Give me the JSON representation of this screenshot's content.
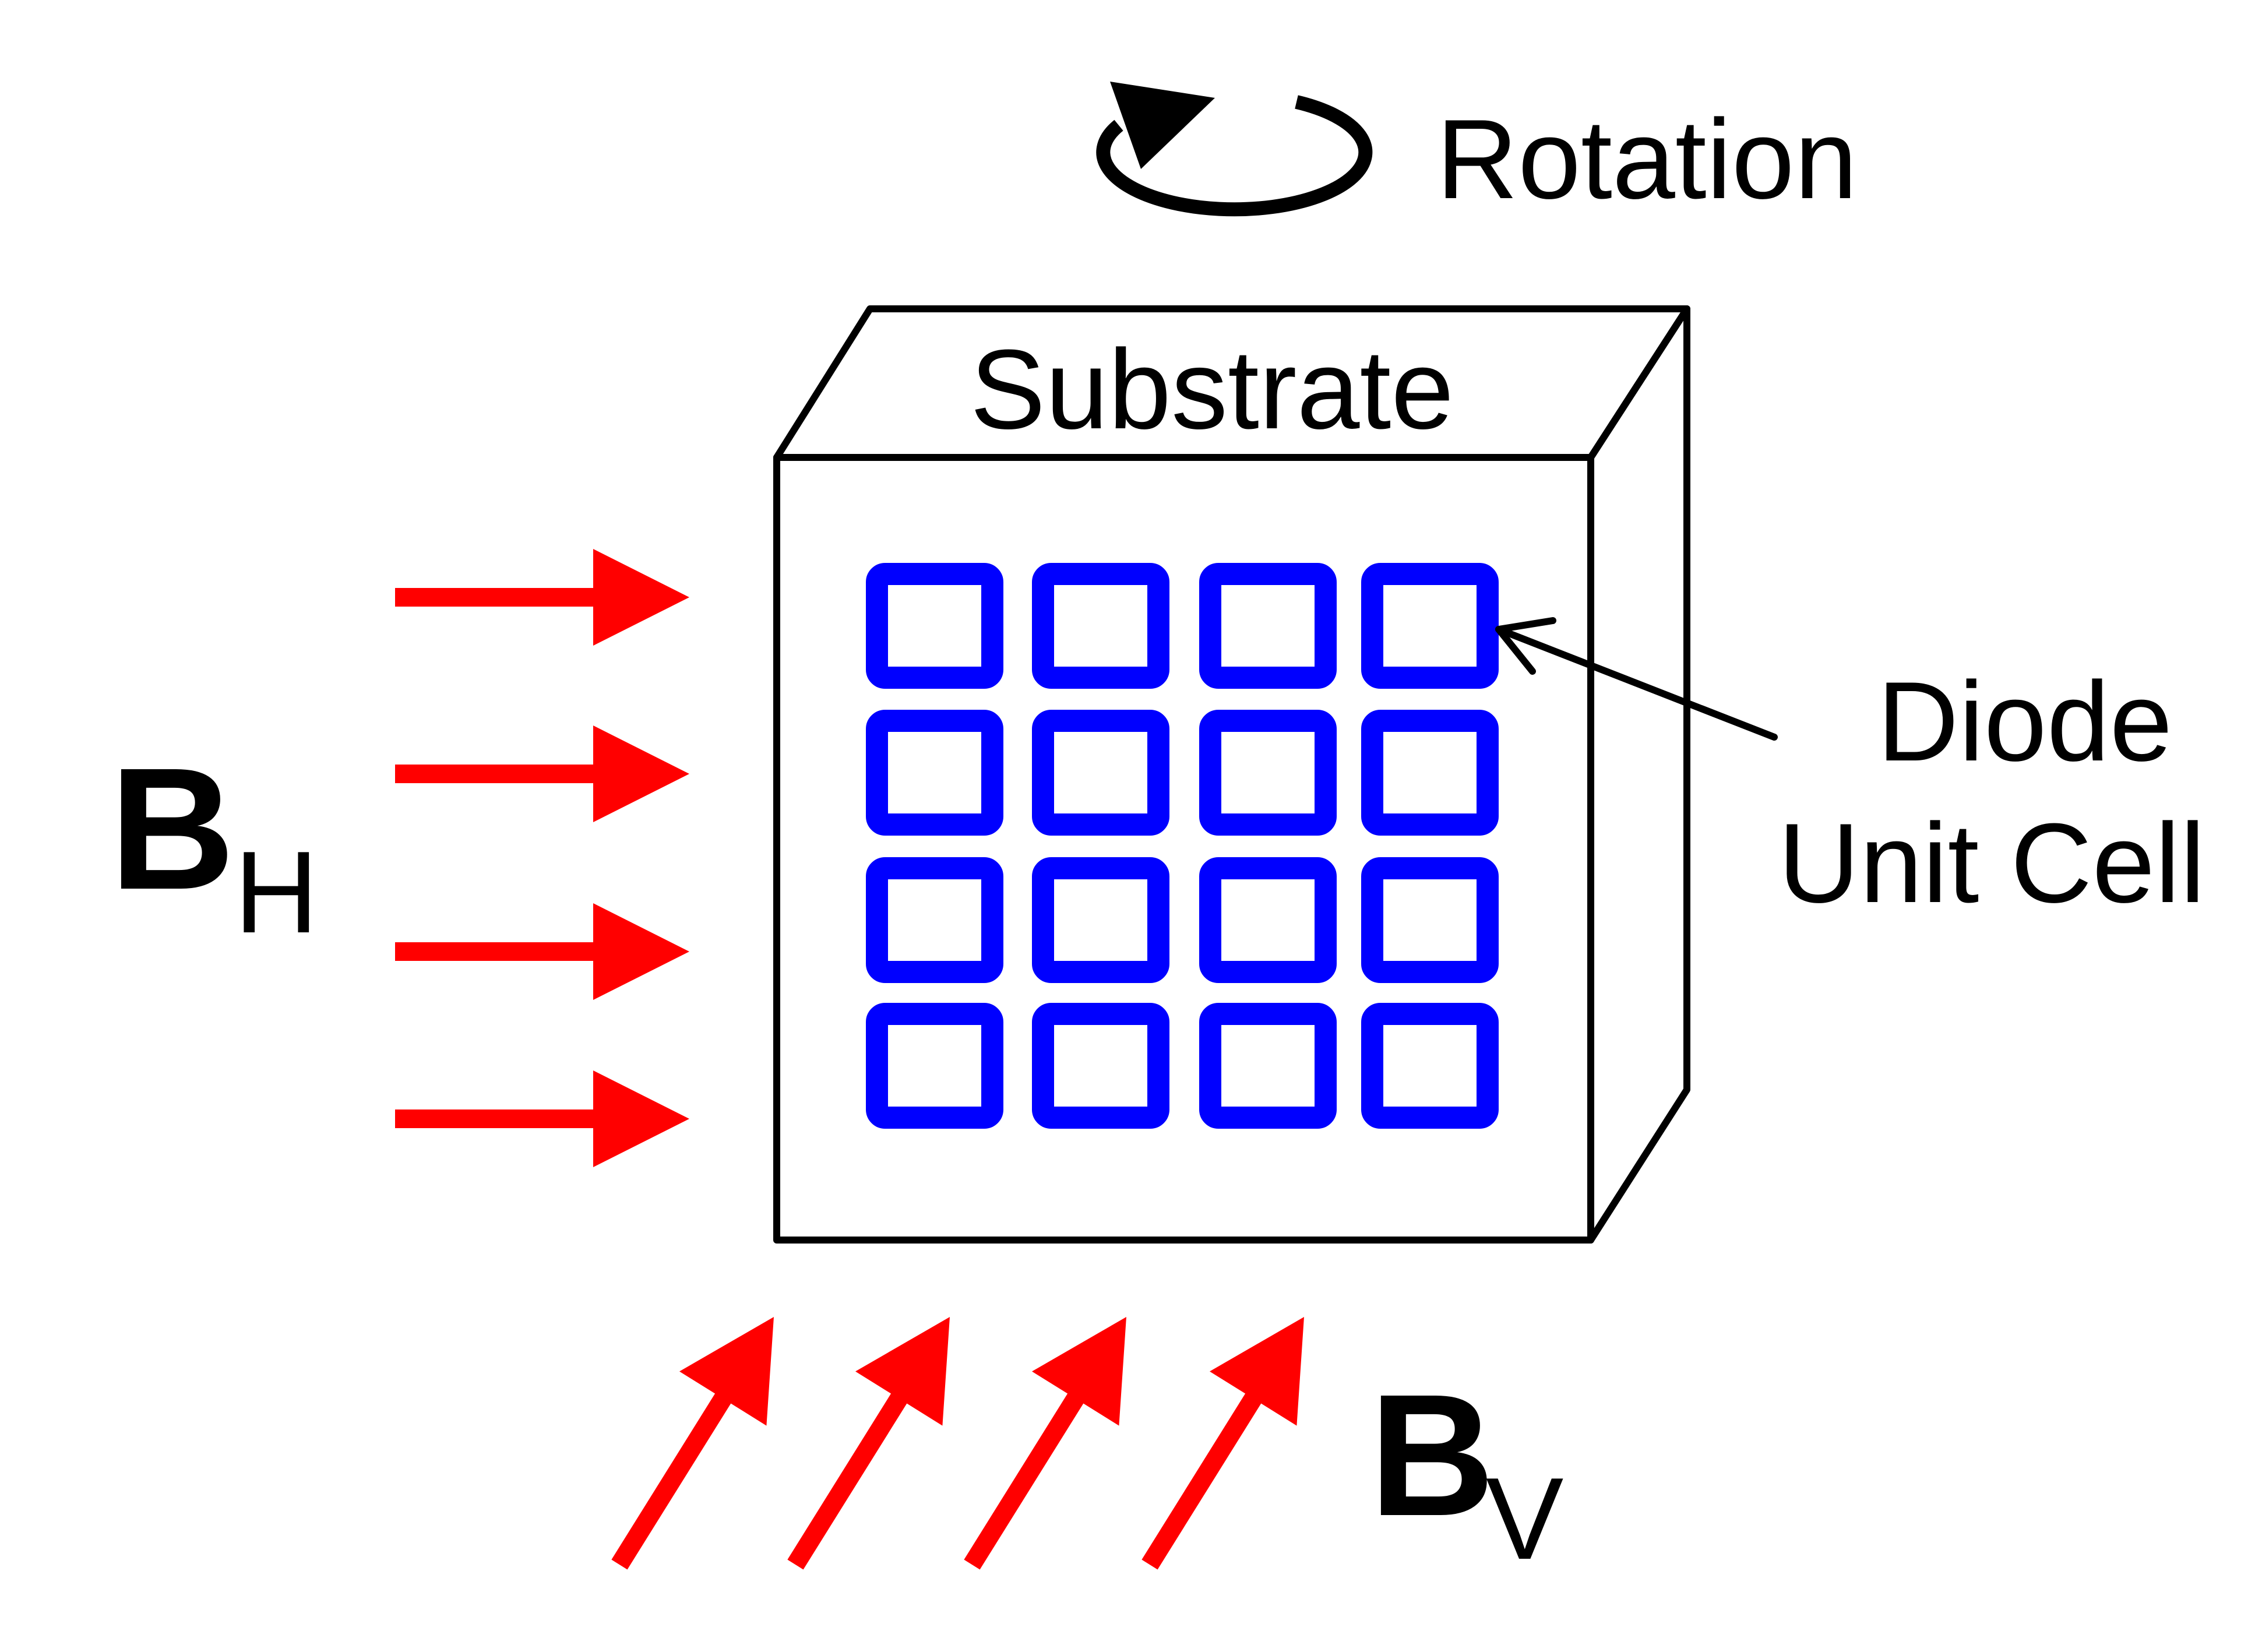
{
  "labels": {
    "rotation": "Rotation",
    "substrate": "Substrate",
    "diode_line1": "Diode",
    "diode_line2": "Unit Cell",
    "bh_main": "B",
    "bh_sub": "H",
    "bv_main": "B",
    "bv_sub": "V"
  },
  "grid": {
    "rows": 4,
    "cols": 4
  },
  "arrows": {
    "horizontal_count": 4,
    "vertical_count": 4
  },
  "colors": {
    "field_arrow": "#ff0000",
    "diode_cell": "#0000ff",
    "outline": "#000000",
    "background": "#ffffff"
  }
}
